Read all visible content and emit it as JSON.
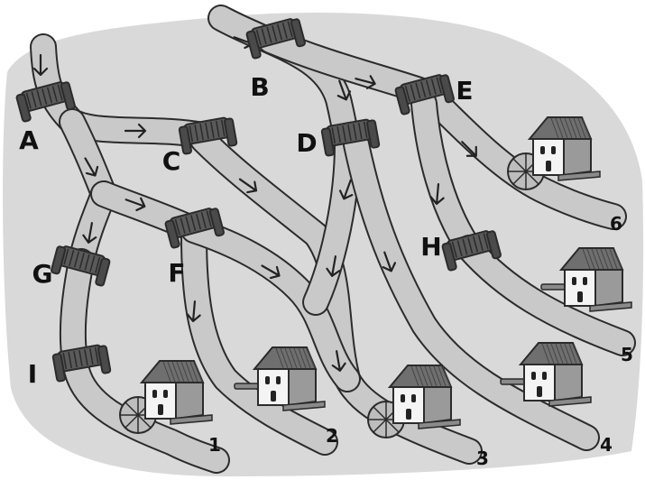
{
  "gates": [
    {
      "id": "A",
      "label": "A"
    },
    {
      "id": "B",
      "label": "B"
    },
    {
      "id": "C",
      "label": "C"
    },
    {
      "id": "D",
      "label": "D"
    },
    {
      "id": "E",
      "label": "E"
    },
    {
      "id": "F",
      "label": "F"
    },
    {
      "id": "G",
      "label": "G"
    },
    {
      "id": "H",
      "label": "H"
    },
    {
      "id": "I",
      "label": "I"
    }
  ],
  "outlets": [
    {
      "id": "1",
      "label": "1",
      "has_mill": true,
      "waterwheel": true
    },
    {
      "id": "2",
      "label": "2",
      "has_mill": true,
      "waterwheel": false
    },
    {
      "id": "3",
      "label": "3",
      "has_mill": true,
      "waterwheel": true
    },
    {
      "id": "4",
      "label": "4",
      "has_mill": true,
      "waterwheel": false
    },
    {
      "id": "5",
      "label": "5",
      "has_mill": true,
      "waterwheel": false
    },
    {
      "id": "6",
      "label": "6",
      "has_mill": true,
      "waterwheel": true
    }
  ],
  "colors": {
    "background": "#d9d9d9",
    "river": "#c9c9c9",
    "outline": "#2b2b2b",
    "gate": "#5a5a5a",
    "roof": "#6f6f6f",
    "house": "#f4f4f4"
  }
}
